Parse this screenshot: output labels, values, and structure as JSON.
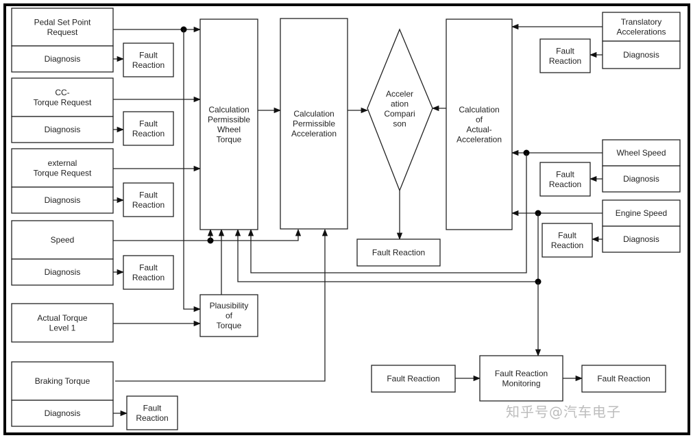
{
  "diagram": {
    "title": "Torque / Acceleration Monitoring Block Diagram",
    "inputs_left": [
      {
        "label": [
          "Pedal Set Point",
          "Request"
        ],
        "diagnosis": "Diagnosis",
        "fault": [
          "Fault",
          "Reaction"
        ]
      },
      {
        "label": [
          "CC-",
          "Torque Request"
        ],
        "diagnosis": "Diagnosis",
        "fault": [
          "Fault",
          "Reaction"
        ]
      },
      {
        "label": [
          "external",
          "Torque Request"
        ],
        "diagnosis": "Diagnosis",
        "fault": [
          "Fault",
          "Reaction"
        ]
      },
      {
        "label": [
          "Speed"
        ],
        "diagnosis": "Diagnosis",
        "fault": [
          "Fault",
          "Reaction"
        ]
      },
      {
        "label": [
          "Actual Torque",
          "Level 1"
        ]
      },
      {
        "label": [
          "Braking Torque"
        ],
        "diagnosis": "Diagnosis",
        "fault": [
          "Fault",
          "Reaction"
        ]
      }
    ],
    "inputs_right": [
      {
        "label": [
          "Translatory",
          "Accelerations"
        ],
        "diagnosis": "Diagnosis",
        "fault": [
          "Fault",
          "Reaction"
        ]
      },
      {
        "label": [
          "Wheel Speed"
        ],
        "diagnosis": "Diagnosis",
        "fault": [
          "Fault",
          "Reaction"
        ]
      },
      {
        "label": [
          "Engine Speed"
        ],
        "diagnosis": "Diagnosis",
        "fault": [
          "Fault",
          "Reaction"
        ]
      }
    ],
    "blocks": {
      "wheel_torque": [
        "Calculation",
        "Permissible",
        "Wheel",
        "Torque"
      ],
      "perm_accel": [
        "Calculation",
        "Permissible",
        "Acceleration"
      ],
      "comparison": [
        "Acceler",
        "ation",
        "Compari",
        "son"
      ],
      "actual_accel": [
        "Calculation",
        "of",
        "Actual-",
        "Acceleration"
      ],
      "plausibility": [
        "Plausibility",
        "of",
        "Torque"
      ],
      "comparison_fault": [
        "Fault Reaction"
      ],
      "monitor_in": [
        "Fault Reaction"
      ],
      "monitoring": [
        "Fault Reaction",
        "Monitoring"
      ],
      "monitor_out": [
        "Fault Reaction"
      ]
    },
    "watermark": "知乎号@汽车电子"
  }
}
